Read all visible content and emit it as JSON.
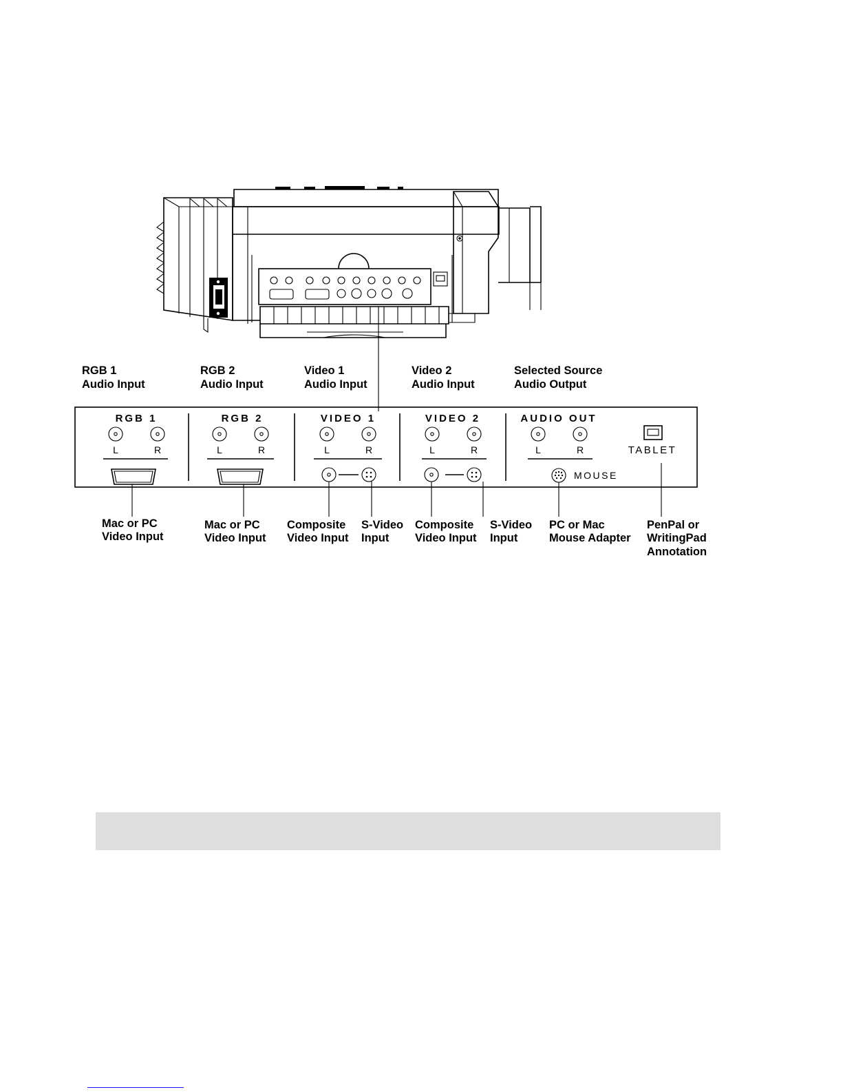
{
  "panel": {
    "sections": [
      {
        "title": "RGB 1",
        "left": "L",
        "right": "R"
      },
      {
        "title": "RGB 2",
        "left": "L",
        "right": "R"
      },
      {
        "title": "VIDEO 1",
        "left": "L",
        "right": "R"
      },
      {
        "title": "VIDEO 2",
        "left": "L",
        "right": "R"
      },
      {
        "title": "AUDIO OUT",
        "left": "L",
        "right": "R"
      }
    ],
    "tablet_label": "TABLET",
    "mouse_label": "MOUSE"
  },
  "callouts_top": [
    {
      "line1": "RGB 1",
      "line2": "Audio Input"
    },
    {
      "line1": "RGB 2",
      "line2": "Audio Input"
    },
    {
      "line1": "Video 1",
      "line2": "Audio Input"
    },
    {
      "line1": "Video 2",
      "line2": "Audio Input"
    },
    {
      "line1": "Selected Source",
      "line2": "Audio Output"
    }
  ],
  "callouts_bottom": [
    {
      "line1": "Mac or PC",
      "line2": "Video Input",
      "line3": ""
    },
    {
      "line1": "Mac or PC",
      "line2": "Video Input",
      "line3": ""
    },
    {
      "line1": "Composite",
      "line2": "Video Input",
      "line3": ""
    },
    {
      "line1": "S-Video",
      "line2": "Input",
      "line3": ""
    },
    {
      "line1": "Composite",
      "line2": "Video Input",
      "line3": ""
    },
    {
      "line1": "S-Video",
      "line2": "Input",
      "line3": ""
    },
    {
      "line1": "PC or Mac",
      "line2": "Mouse Adapter",
      "line3": ""
    },
    {
      "line1": "PenPal or",
      "line2": "WritingPad",
      "line3": "Annotation"
    }
  ]
}
